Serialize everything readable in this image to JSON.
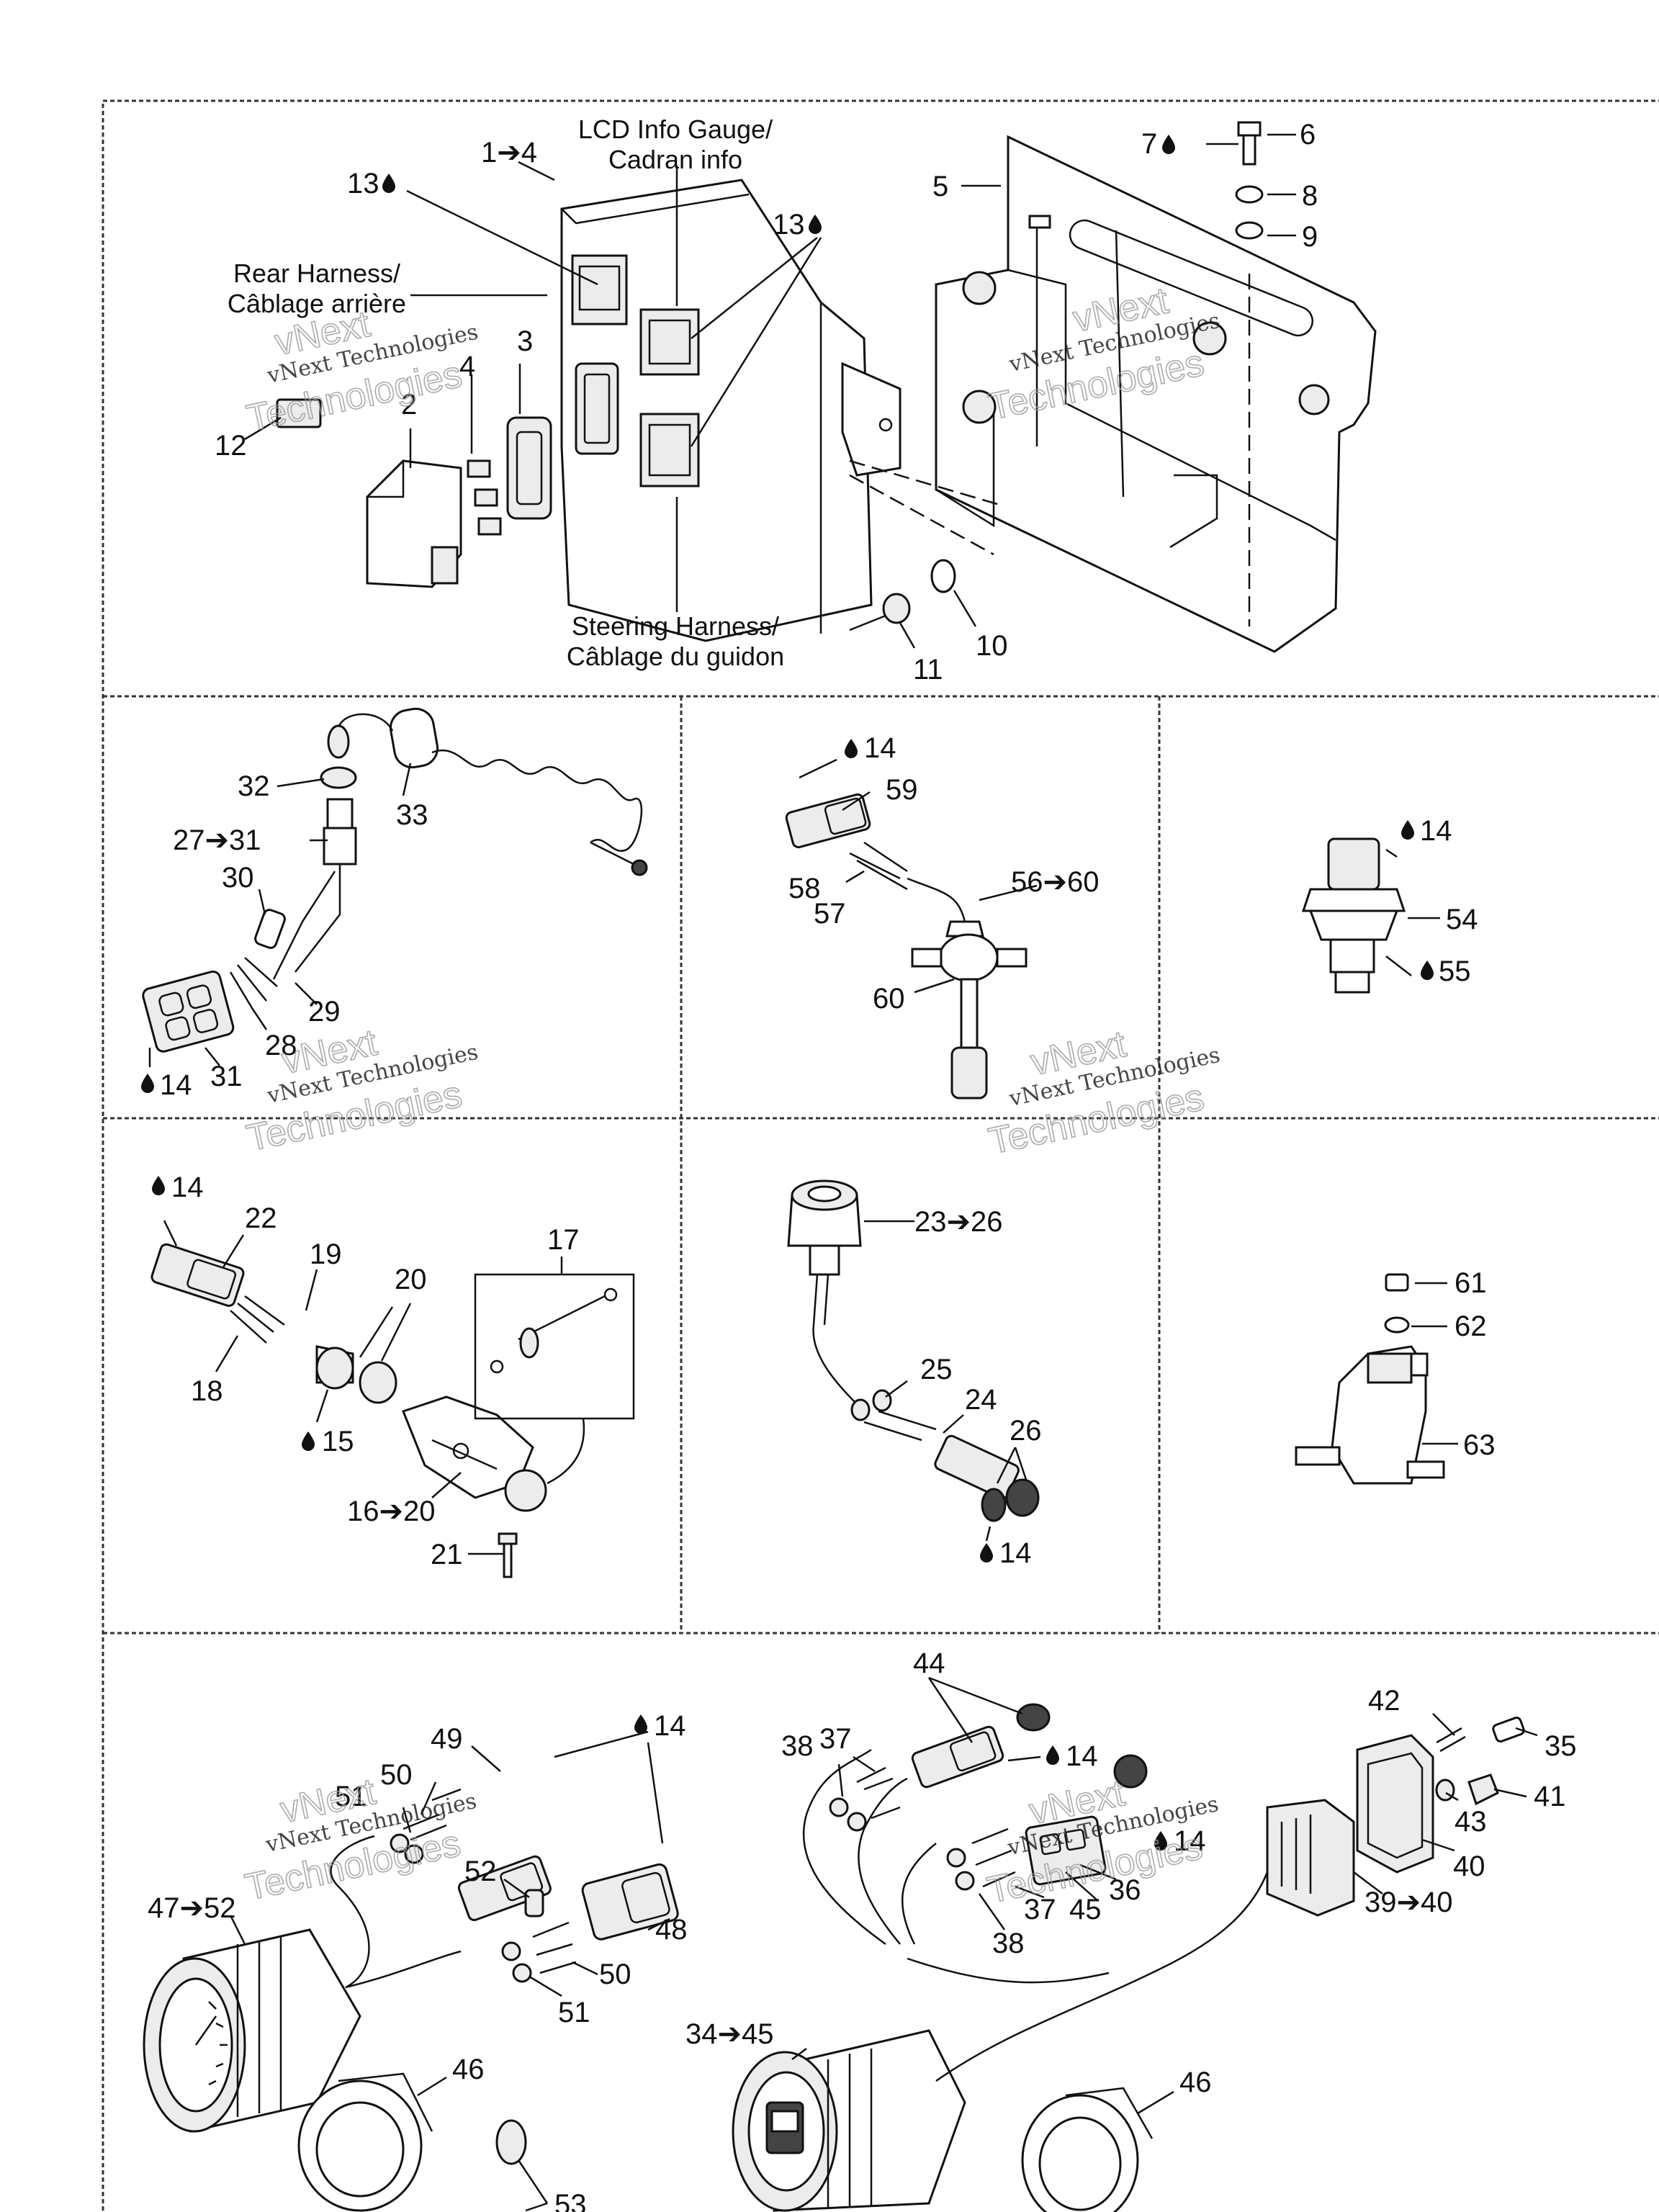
{
  "panel_top": {
    "lcd_gauge_caption": [
      "LCD Info Gauge/",
      "Cadran info"
    ],
    "rear_harness_caption": [
      "Rear Harness/",
      "Câblage arrière"
    ],
    "steering_harness_caption": [
      "Steering Harness/",
      "Câblage du guidon"
    ],
    "labels": {
      "l_1_4": "1➔4",
      "l_2": "2",
      "l_3": "3",
      "l_4": "4",
      "l_5": "5",
      "l_6": "6",
      "l_7": "7",
      "l_8": "8",
      "l_9": "9",
      "l_10": "10",
      "l_11": "11",
      "l_12": "12",
      "l_13a": "13",
      "l_13b": "13"
    }
  },
  "panel_a": {
    "labels": {
      "l_32": "32",
      "l_33": "33",
      "l_27_31": "27➔31",
      "l_30": "30",
      "l_29": "29",
      "l_28": "28",
      "l_31": "31",
      "l_14": "14"
    }
  },
  "panel_b": {
    "labels": {
      "l_14": "14",
      "l_59": "59",
      "l_58": "58",
      "l_57": "57",
      "l_56_60": "56➔60",
      "l_60": "60"
    }
  },
  "panel_c": {
    "labels": {
      "l_14": "14",
      "l_54": "54",
      "l_55": "55"
    }
  },
  "panel_d": {
    "labels": {
      "l_14": "14",
      "l_22": "22",
      "l_19": "19",
      "l_20": "20",
      "l_17": "17",
      "l_18": "18",
      "l_15": "15",
      "l_16_20": "16➔20",
      "l_21": "21"
    }
  },
  "panel_e": {
    "labels": {
      "l_23_26": "23➔26",
      "l_25": "25",
      "l_24": "24",
      "l_26": "26",
      "l_14": "14"
    }
  },
  "panel_f": {
    "labels": {
      "l_61": "61",
      "l_62": "62",
      "l_63": "63"
    }
  },
  "panel_bottom": {
    "labels": {
      "l_49": "49",
      "l_14a": "14",
      "l_50a": "50",
      "l_51a": "51",
      "l_52": "52",
      "l_48": "48",
      "l_47_52": "47➔52",
      "l_50b": "50",
      "l_51b": "51",
      "l_46a": "46",
      "l_53": "53",
      "l_44": "44",
      "l_38a": "38",
      "l_37a": "37",
      "l_14b": "14",
      "l_42": "42",
      "l_35": "35",
      "l_43": "43",
      "l_41": "41",
      "l_40": "40",
      "l_14c": "14",
      "l_36": "36",
      "l_37b": "37",
      "l_45": "45",
      "l_38b": "38",
      "l_39_40": "39➔40",
      "l_34_45": "34➔45",
      "l_46b": "46"
    }
  },
  "watermark": {
    "brand": "vNext Technologies",
    "outline_top": "vNext",
    "outline_bottom": "Technologies"
  }
}
